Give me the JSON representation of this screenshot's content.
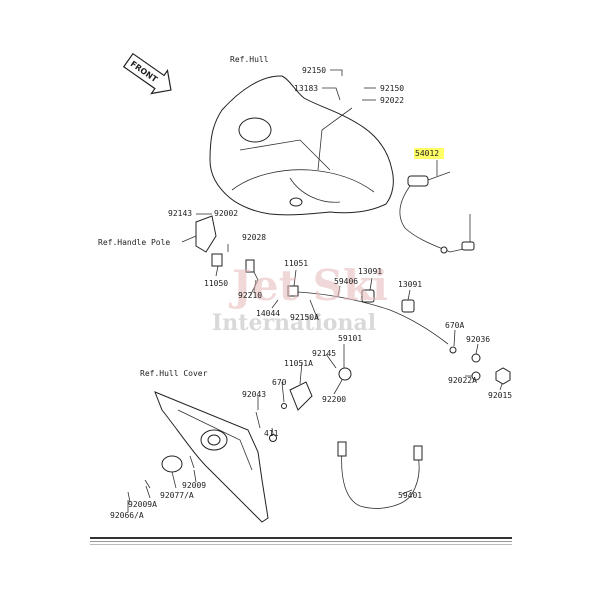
{
  "front_badge": "FRONT",
  "refs": {
    "hull": "Ref.Hull",
    "handle_pole": "Ref.Handle Pole",
    "hull_cover": "Ref.Hull Cover"
  },
  "highlight_color": "#ffff66",
  "parts": {
    "p92150_top": "92150",
    "p13183": "13183",
    "p92150_right": "92150",
    "p92022": "92022",
    "p54012": "54012",
    "p92143": "92143",
    "p92002": "92002",
    "p92028": "92028",
    "p11050": "11050",
    "p92210": "92210",
    "p14044": "14044",
    "p11051": "11051",
    "p59406": "59406",
    "p13091_a": "13091",
    "p13091_b": "13091",
    "p92150A": "92150A",
    "p670A": "670A",
    "p59101": "59101",
    "p92036": "92036",
    "p92145": "92145",
    "p11051A": "11051A",
    "p92022A": "92022A",
    "p92015": "92015",
    "p670": "670",
    "p92200": "92200",
    "p92043": "92043",
    "p411": "411",
    "p92009": "92009",
    "p92077A": "92077/A",
    "p92009A": "92009A",
    "p92066A": "92066/A",
    "p59401": "59401"
  },
  "watermark": {
    "line1": "Jet Ski",
    "line2": "International"
  }
}
